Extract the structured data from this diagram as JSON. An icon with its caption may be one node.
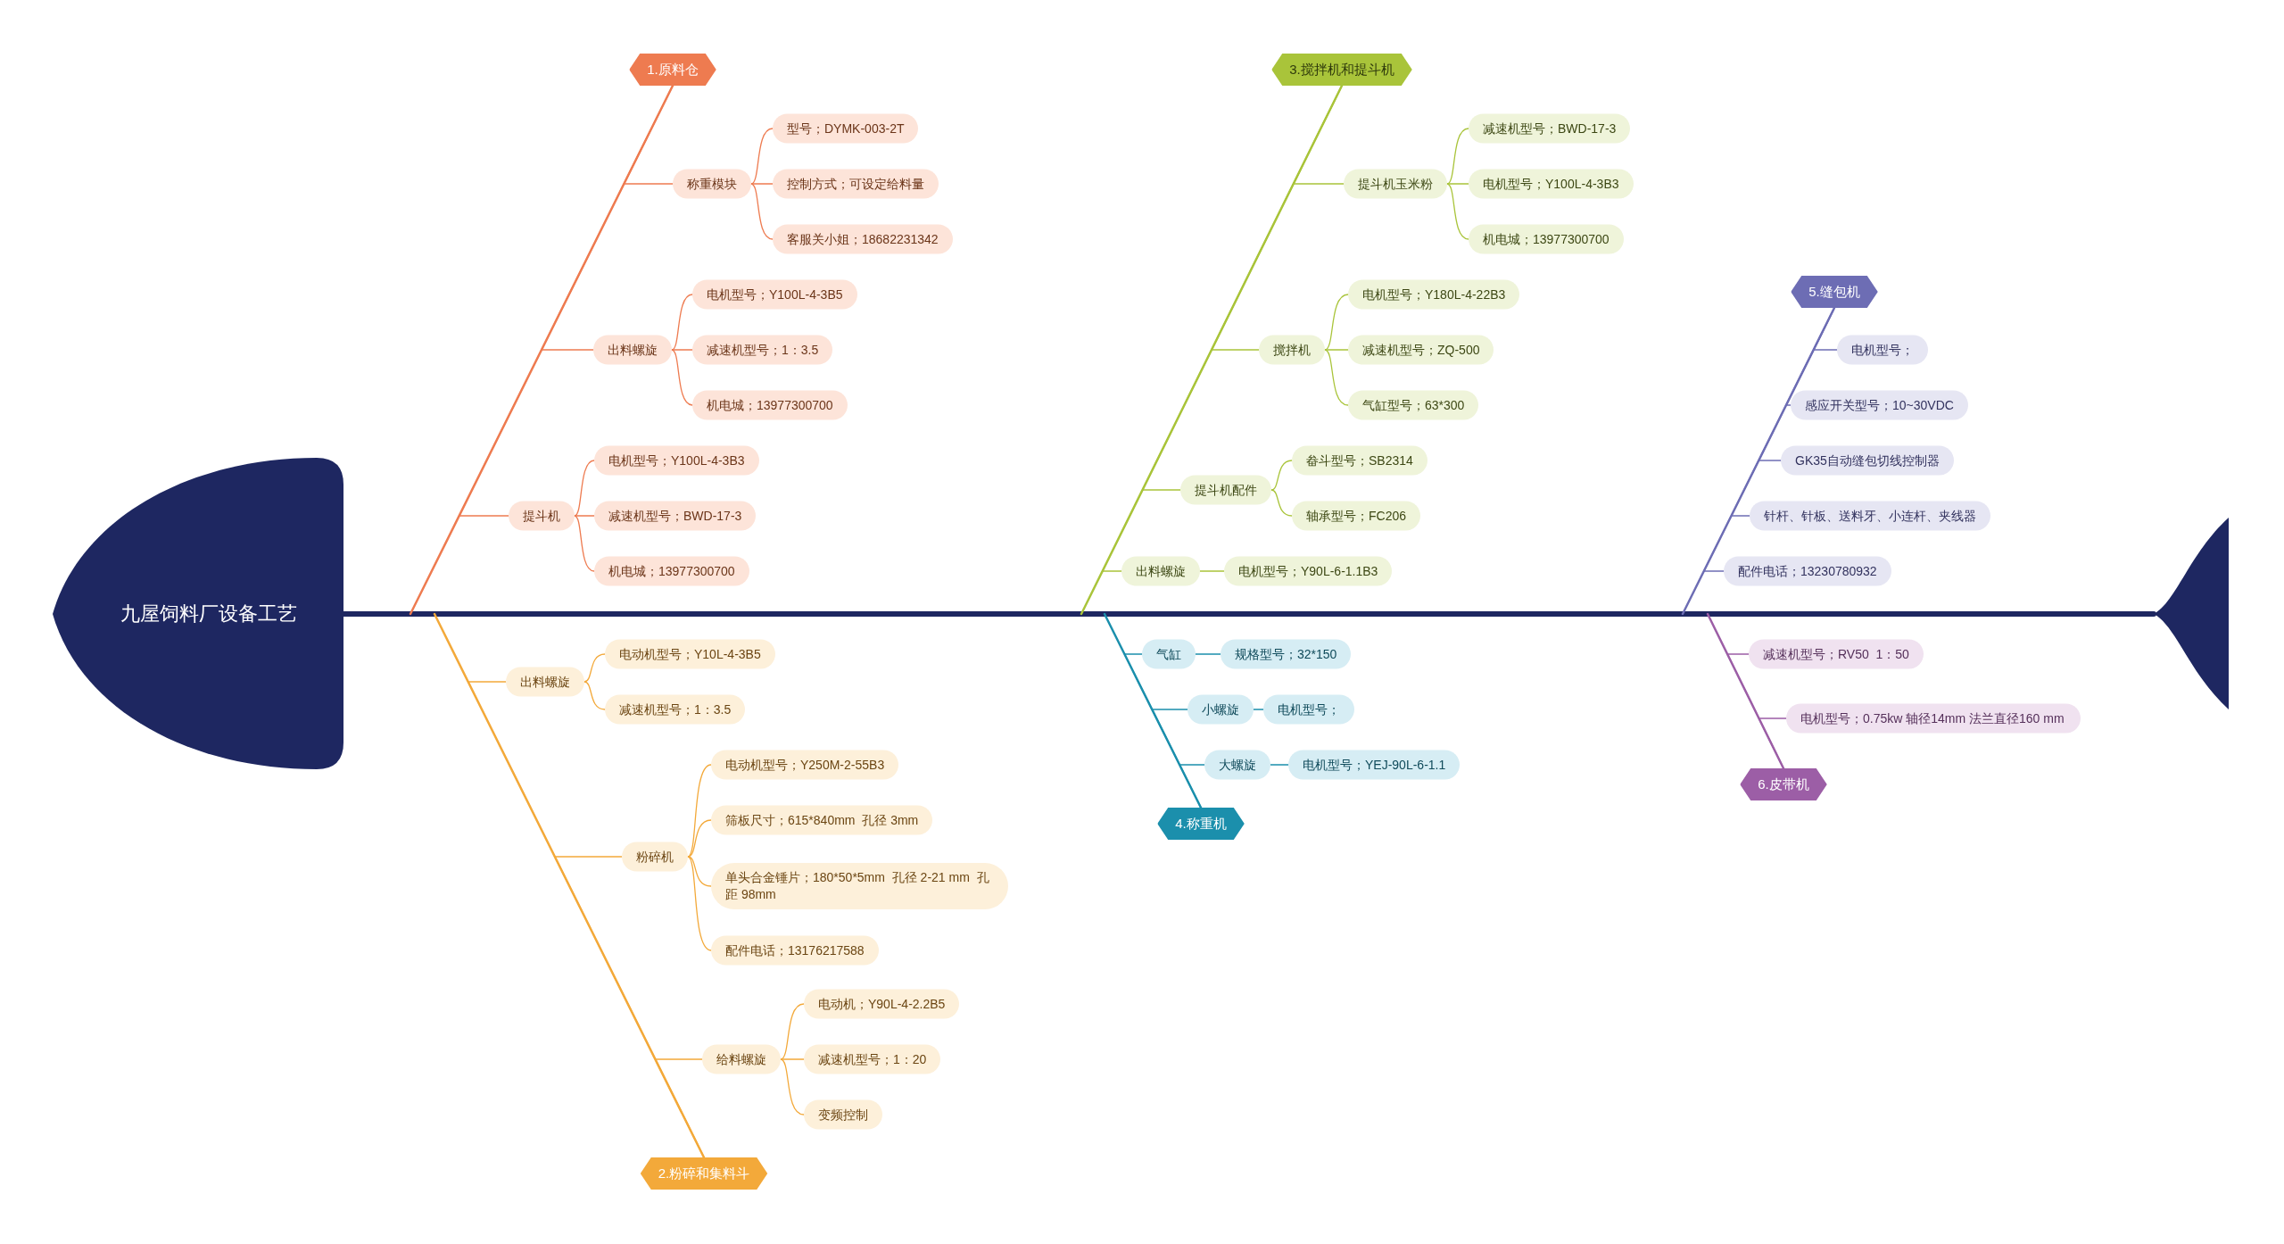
{
  "diagram": {
    "nodes": [
      {
        "text": [
          "九屋饲料厂设备工艺"
        ]
      },
      {
        "text": [],
        "shape": "tail"
      },
      {
        "text": [
          "1.原料仓"
        ]
      },
      {
        "text": [
          "称重模块"
        ]
      },
      {
        "text": [
          "型号；DYMK-003-2T"
        ]
      },
      {
        "text": [
          "控制方式；可设定给料量"
        ]
      },
      {
        "text": [
          "客服关小姐；18682231342"
        ]
      },
      {
        "text": [
          "出料螺旋"
        ]
      },
      {
        "text": [
          "电机型号；Y100L-4-3B5"
        ]
      },
      {
        "text": [
          "减速机型号；1：3.5"
        ]
      },
      {
        "text": [
          "机电城；13977300700"
        ]
      },
      {
        "text": [
          "提斗机"
        ]
      },
      {
        "text": [
          "电机型号；Y100L-4-3B3"
        ]
      },
      {
        "text": [
          "减速机型号；BWD-17-3"
        ]
      },
      {
        "text": [
          "机电城；13977300700"
        ]
      },
      {
        "text": [
          "2.粉碎和集料斗"
        ]
      },
      {
        "text": [
          "出料螺旋"
        ]
      },
      {
        "text": [
          "电动机型号；Y10L-4-3B5"
        ]
      },
      {
        "text": [
          "减速机型号；1：3.5"
        ]
      },
      {
        "text": [
          "粉碎机"
        ]
      },
      {
        "text": [
          "电动机型号；Y250M-2-55B3"
        ]
      },
      {
        "text": [
          "筛板尺寸；615*840mm  孔径 3mm"
        ]
      },
      {
        "text": [
          "单头合金锤片；180*50*5mm  孔径 2-21 mm  孔距 98mm"
        ]
      },
      {
        "text": [
          "配件电话；13176217588"
        ]
      },
      {
        "text": [
          "给料螺旋"
        ]
      },
      {
        "text": [
          "电动机；Y90L-4-2.2B5"
        ]
      },
      {
        "text": [
          "减速机型号；1：20"
        ]
      },
      {
        "text": [
          "变频控制"
        ]
      },
      {
        "text": [
          "3.搅拌机和提斗机"
        ]
      },
      {
        "text": [
          "提斗机玉米粉"
        ]
      },
      {
        "text": [
          "减速机型号；BWD-17-3"
        ]
      },
      {
        "text": [
          "电机型号；Y100L-4-3B3"
        ]
      },
      {
        "text": [
          "机电城；13977300700"
        ]
      },
      {
        "text": [
          "搅拌机"
        ]
      },
      {
        "text": [
          "电机型号；Y180L-4-22B3"
        ]
      },
      {
        "text": [
          "减速机型号；ZQ-500"
        ]
      },
      {
        "text": [
          "气缸型号；63*300"
        ]
      },
      {
        "text": [
          "提斗机配件"
        ]
      },
      {
        "text": [
          "畚斗型号；SB2314"
        ]
      },
      {
        "text": [
          "轴承型号；FC206"
        ]
      },
      {
        "text": [
          "出料螺旋"
        ]
      },
      {
        "text": [
          "电机型号；Y90L-6-1.1B3"
        ]
      },
      {
        "text": [
          "4.称重机"
        ]
      },
      {
        "text": [
          "气缸"
        ]
      },
      {
        "text": [
          "规格型号；32*150"
        ]
      },
      {
        "text": [
          "小螺旋"
        ]
      },
      {
        "text": [
          "电机型号；"
        ]
      },
      {
        "text": [
          "大螺旋"
        ]
      },
      {
        "text": [
          "电机型号；YEJ-90L-6-1.1"
        ]
      },
      {
        "text": [
          "5.缝包机"
        ]
      },
      {
        "text": [
          "电机型号；"
        ]
      },
      {
        "text": [
          "感应开关型号；10~30VDC"
        ]
      },
      {
        "text": [
          "GK35自动缝包切线控制器"
        ]
      },
      {
        "text": [
          "针杆、针板、送料牙、小连杆、夹线器"
        ]
      },
      {
        "text": [
          "配件电话；13230780932"
        ]
      },
      {
        "text": [
          "6.皮带机"
        ]
      },
      {
        "text": [
          "减速机型号；RV50  1：50"
        ]
      },
      {
        "text": [
          "电机型号；0.75kw 轴径14mm 法兰直径160 mm"
        ]
      }
    ],
    "edges": [
      {
        "from": 0,
        "to": 1,
        "arrow": "none",
        "style": "thick",
        "color": "#1e2761"
      },
      {
        "from": 2,
        "to": null,
        "arrow": "none",
        "color": "#ee7b50"
      },
      {
        "from": 2,
        "to": 3,
        "arrow": "none",
        "color": "#ee7b50"
      },
      {
        "from": 2,
        "to": 7,
        "arrow": "none",
        "color": "#ee7b50"
      },
      {
        "from": 2,
        "to": 11,
        "arrow": "none",
        "color": "#ee7b50"
      },
      {
        "from": 3,
        "to": 4,
        "arrow": "none",
        "color": "#ee7b50"
      },
      {
        "from": 3,
        "to": 5,
        "arrow": "none",
        "color": "#ee7b50"
      },
      {
        "from": 3,
        "to": 6,
        "arrow": "none",
        "color": "#ee7b50"
      },
      {
        "from": 7,
        "to": 8,
        "arrow": "none",
        "color": "#ee7b50"
      },
      {
        "from": 7,
        "to": 9,
        "arrow": "none",
        "color": "#ee7b50"
      },
      {
        "from": 7,
        "to": 10,
        "arrow": "none",
        "color": "#ee7b50"
      },
      {
        "from": 11,
        "to": 12,
        "arrow": "none",
        "color": "#ee7b50"
      },
      {
        "from": 11,
        "to": 13,
        "arrow": "none",
        "color": "#ee7b50"
      },
      {
        "from": 11,
        "to": 14,
        "arrow": "none",
        "color": "#ee7b50"
      },
      {
        "from": 15,
        "to": null,
        "arrow": "none",
        "color": "#f3a93a"
      },
      {
        "from": 15,
        "to": 16,
        "arrow": "none",
        "color": "#f3a93a"
      },
      {
        "from": 15,
        "to": 19,
        "arrow": "none",
        "color": "#f3a93a"
      },
      {
        "from": 15,
        "to": 24,
        "arrow": "none",
        "color": "#f3a93a"
      },
      {
        "from": 16,
        "to": 17,
        "arrow": "none",
        "color": "#f3a93a"
      },
      {
        "from": 16,
        "to": 18,
        "arrow": "none",
        "color": "#f3a93a"
      },
      {
        "from": 19,
        "to": 20,
        "arrow": "none",
        "color": "#f3a93a"
      },
      {
        "from": 19,
        "to": 21,
        "arrow": "none",
        "color": "#f3a93a"
      },
      {
        "from": 19,
        "to": 22,
        "arrow": "none",
        "color": "#f3a93a"
      },
      {
        "from": 19,
        "to": 23,
        "arrow": "none",
        "color": "#f3a93a"
      },
      {
        "from": 24,
        "to": 25,
        "arrow": "none",
        "color": "#f3a93a"
      },
      {
        "from": 24,
        "to": 26,
        "arrow": "none",
        "color": "#f3a93a"
      },
      {
        "from": 24,
        "to": 27,
        "arrow": "none",
        "color": "#f3a93a"
      },
      {
        "from": 28,
        "to": null,
        "arrow": "none",
        "color": "#a9c43a"
      },
      {
        "from": 28,
        "to": 29,
        "arrow": "none",
        "color": "#a9c43a"
      },
      {
        "from": 28,
        "to": 33,
        "arrow": "none",
        "color": "#a9c43a"
      },
      {
        "from": 28,
        "to": 37,
        "arrow": "none",
        "color": "#a9c43a"
      },
      {
        "from": 28,
        "to": 40,
        "arrow": "none",
        "color": "#a9c43a"
      },
      {
        "from": 29,
        "to": 30,
        "arrow": "none",
        "color": "#a9c43a"
      },
      {
        "from": 29,
        "to": 31,
        "arrow": "none",
        "color": "#a9c43a"
      },
      {
        "from": 29,
        "to": 32,
        "arrow": "none",
        "color": "#a9c43a"
      },
      {
        "from": 33,
        "to": 34,
        "arrow": "none",
        "color": "#a9c43a"
      },
      {
        "from": 33,
        "to": 35,
        "arrow": "none",
        "color": "#a9c43a"
      },
      {
        "from": 33,
        "to": 36,
        "arrow": "none",
        "color": "#a9c43a"
      },
      {
        "from": 37,
        "to": 38,
        "arrow": "none",
        "color": "#a9c43a"
      },
      {
        "from": 37,
        "to": 39,
        "arrow": "none",
        "color": "#a9c43a"
      },
      {
        "from": 40,
        "to": 41,
        "arrow": "none",
        "color": "#a9c43a"
      },
      {
        "from": 42,
        "to": null,
        "arrow": "none",
        "color": "#1b8fac"
      },
      {
        "from": 42,
        "to": 43,
        "arrow": "none",
        "color": "#1b8fac"
      },
      {
        "from": 42,
        "to": 45,
        "arrow": "none",
        "color": "#1b8fac"
      },
      {
        "from": 42,
        "to": 47,
        "arrow": "none",
        "color": "#1b8fac"
      },
      {
        "from": 43,
        "to": 44,
        "arrow": "none",
        "color": "#1b8fac"
      },
      {
        "from": 45,
        "to": 46,
        "arrow": "none",
        "color": "#1b8fac"
      },
      {
        "from": 47,
        "to": 48,
        "arrow": "none",
        "color": "#1b8fac"
      },
      {
        "from": 49,
        "to": null,
        "arrow": "none",
        "color": "#6d6db4"
      },
      {
        "from": 49,
        "to": 50,
        "arrow": "none",
        "color": "#6d6db4"
      },
      {
        "from": 49,
        "to": 51,
        "arrow": "none",
        "color": "#6d6db4"
      },
      {
        "from": 49,
        "to": 52,
        "arrow": "none",
        "color": "#6d6db4"
      },
      {
        "from": 49,
        "to": 53,
        "arrow": "none",
        "color": "#6d6db4"
      },
      {
        "from": 49,
        "to": 54,
        "arrow": "none",
        "color": "#6d6db4"
      },
      {
        "from": 55,
        "to": null,
        "arrow": "none",
        "color": "#9c5ea6"
      },
      {
        "from": 55,
        "to": 56,
        "arrow": "none",
        "color": "#9c5ea6"
      },
      {
        "from": 55,
        "to": 57,
        "arrow": "none",
        "color": "#9c5ea6"
      }
    ]
  }
}
